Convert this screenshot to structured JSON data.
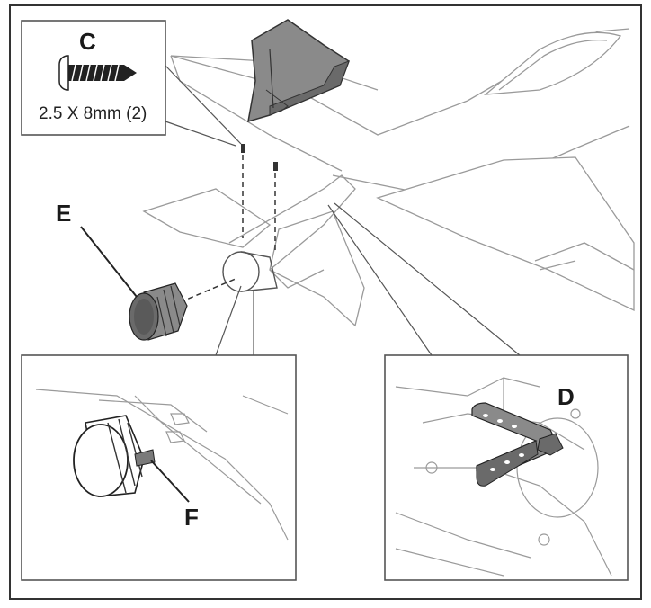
{
  "callouts": {
    "c": {
      "label": "C",
      "spec": "2.5 X 8mm (2)"
    },
    "d": {
      "label": "D"
    },
    "e": {
      "label": "E"
    },
    "f": {
      "label": "F"
    }
  },
  "colors": {
    "line": "#4a4a4a",
    "faint_line": "#9a9a9a",
    "part_fill": "#8a8a8a",
    "part_dark": "#5e5e5e",
    "part_light": "#cfcfcf",
    "background": "#ffffff"
  },
  "icons": {
    "screw": "screw-icon",
    "spinner": "spinner-part",
    "servo_arm": "servo-arm-part",
    "fin": "vertical-fin-part"
  }
}
